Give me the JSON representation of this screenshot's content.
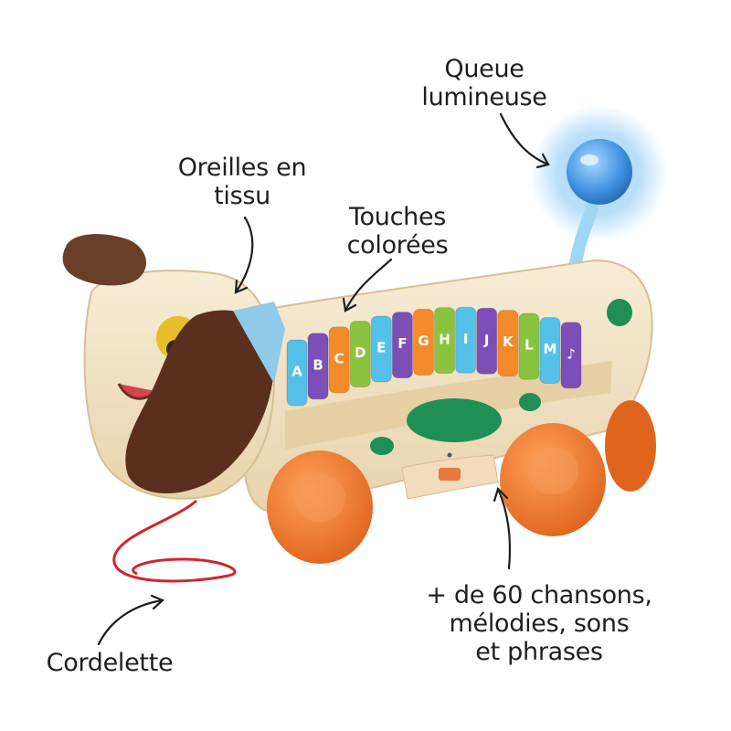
{
  "labels": {
    "tail": [
      "Queue",
      "lumineuse"
    ],
    "ears": [
      "Oreilles en",
      "tissu"
    ],
    "keys": [
      "Touches",
      "colorées"
    ],
    "songs": [
      "+ de 60 chansons,",
      "mélodies, sons",
      "et phrases"
    ],
    "cord": [
      "Cordelette"
    ]
  },
  "keyboard": {
    "letters": [
      "A",
      "B",
      "C",
      "D",
      "E",
      "F",
      "G",
      "H",
      "I",
      "J",
      "K",
      "L",
      "M",
      "♪"
    ]
  },
  "colors": {
    "wood": "#f1e2c6",
    "ear": "#5b2f1d",
    "wheel": "#f07a2e",
    "spot": "#1f8f55",
    "tail": "#5aa9ea",
    "cord": "#d3242c",
    "trim": "#8fcbe8",
    "key_colors": [
      "#55c1e8",
      "#7c4fb8",
      "#f58a2a",
      "#8ac43f"
    ]
  }
}
